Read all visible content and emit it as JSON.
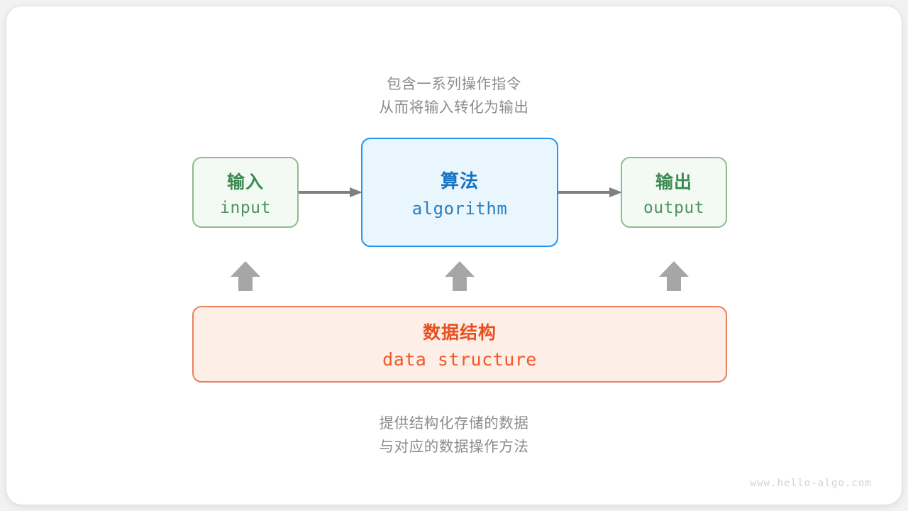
{
  "diagram": {
    "title": "algorithm and data structure relationship",
    "background_color": "#f2f2f2",
    "card_color": "#ffffff",
    "annotation_top": {
      "line1": "包含一系列操作指令",
      "line2": "从而将输入转化为输出",
      "color": "#8c8c8c"
    },
    "annotation_bottom": {
      "line1": "提供结构化存储的数据",
      "line2": "与对应的数据操作方法",
      "color": "#8c8c8c"
    },
    "nodes": {
      "input": {
        "title": "输入",
        "subtitle": "input",
        "border_color": "#8fbc8f",
        "fill_color": "#f3f9f3",
        "text_color": "#3d8b52"
      },
      "algorithm": {
        "title": "算法",
        "subtitle": "algorithm",
        "border_color": "#2196f3",
        "fill_color": "#eaf6fd",
        "text_color": "#1673c4"
      },
      "output": {
        "title": "输出",
        "subtitle": "output",
        "border_color": "#8fbc8f",
        "fill_color": "#f3f9f3",
        "text_color": "#3d8b52"
      },
      "data_structure": {
        "title": "数据结构",
        "subtitle": "data structure",
        "border_color": "#e8805c",
        "fill_color": "#fdeee8",
        "text_color": "#e8511f"
      }
    },
    "arrows": {
      "color": "#808080",
      "flow": [
        {
          "from": "input",
          "to": "algorithm",
          "direction": "right"
        },
        {
          "from": "algorithm",
          "to": "output",
          "direction": "right"
        }
      ],
      "support": [
        {
          "from": "data_structure",
          "to": "input",
          "direction": "up"
        },
        {
          "from": "data_structure",
          "to": "algorithm",
          "direction": "up"
        },
        {
          "from": "data_structure",
          "to": "output",
          "direction": "up"
        }
      ]
    },
    "watermark": "www.hello-algo.com"
  }
}
